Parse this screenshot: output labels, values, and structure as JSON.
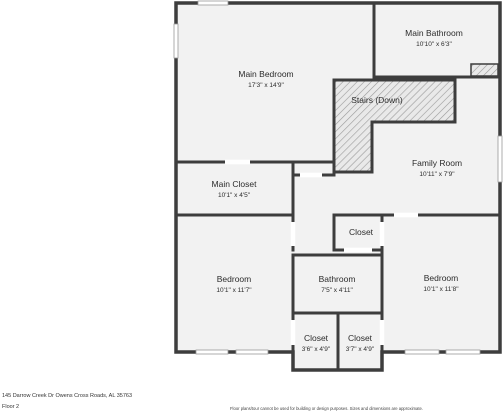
{
  "rooms": [
    {
      "id": "main-bedroom",
      "name": "Main Bedroom",
      "dim": "17'3\" x 14'9\""
    },
    {
      "id": "main-bathroom",
      "name": "Main Bathroom",
      "dim": "10'10\" x 6'3\""
    },
    {
      "id": "stairs",
      "name": "Stairs (Down)",
      "dim": ""
    },
    {
      "id": "family-room",
      "name": "Family Room",
      "dim": "10'11\" x 7'9\""
    },
    {
      "id": "main-closet",
      "name": "Main Closet",
      "dim": "10'1\" x 4'5\""
    },
    {
      "id": "closet-hall",
      "name": "Closet",
      "dim": ""
    },
    {
      "id": "bedroom-left",
      "name": "Bedroom",
      "dim": "10'1\" x 11'7\""
    },
    {
      "id": "bathroom",
      "name": "Bathroom",
      "dim": "7'5\" x 4'11\""
    },
    {
      "id": "bedroom-right",
      "name": "Bedroom",
      "dim": "10'1\" x 11'8\""
    },
    {
      "id": "closet-a",
      "name": "Closet",
      "dim": "3'6\" x 4'9\""
    },
    {
      "id": "closet-b",
      "name": "Closet",
      "dim": "3'7\" x 4'9\""
    }
  ],
  "footer": {
    "address": "145 Darrow Creek Dr Owens Cross Roads, AL 35763",
    "floor": "Floor 2",
    "disclaimer": "Floor plans/tour cannot be used for building or design purposes. Sizes and dimensions are approximate."
  }
}
